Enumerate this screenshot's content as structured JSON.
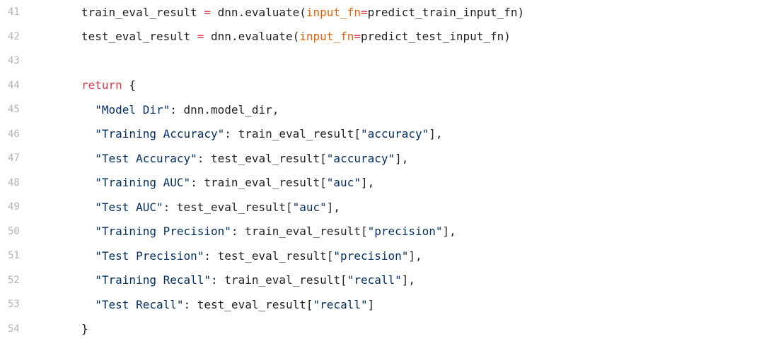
{
  "code": {
    "lines": [
      {
        "number": "41",
        "tokens": [
          {
            "t": "train_eval_result ",
            "c": "plain"
          },
          {
            "t": "=",
            "c": "op"
          },
          {
            "t": " dnn.evaluate(",
            "c": "plain"
          },
          {
            "t": "input_fn",
            "c": "param"
          },
          {
            "t": "=",
            "c": "op"
          },
          {
            "t": "predict_train_input_fn)",
            "c": "plain"
          }
        ]
      },
      {
        "number": "42",
        "tokens": [
          {
            "t": "test_eval_result ",
            "c": "plain"
          },
          {
            "t": "=",
            "c": "op"
          },
          {
            "t": " dnn.evaluate(",
            "c": "plain"
          },
          {
            "t": "input_fn",
            "c": "param"
          },
          {
            "t": "=",
            "c": "op"
          },
          {
            "t": "predict_test_input_fn)",
            "c": "plain"
          }
        ]
      },
      {
        "number": "43",
        "tokens": []
      },
      {
        "number": "44",
        "tokens": [
          {
            "t": "return",
            "c": "kw"
          },
          {
            "t": " {",
            "c": "plain"
          }
        ]
      },
      {
        "number": "45",
        "tokens": [
          {
            "t": "  ",
            "c": "plain"
          },
          {
            "t": "\"Model Dir\"",
            "c": "str"
          },
          {
            "t": ": dnn.model_dir,",
            "c": "plain"
          }
        ]
      },
      {
        "number": "46",
        "tokens": [
          {
            "t": "  ",
            "c": "plain"
          },
          {
            "t": "\"Training Accuracy\"",
            "c": "str"
          },
          {
            "t": ": train_eval_result[",
            "c": "plain"
          },
          {
            "t": "\"accuracy\"",
            "c": "str"
          },
          {
            "t": "],",
            "c": "plain"
          }
        ]
      },
      {
        "number": "47",
        "tokens": [
          {
            "t": "  ",
            "c": "plain"
          },
          {
            "t": "\"Test Accuracy\"",
            "c": "str"
          },
          {
            "t": ": test_eval_result[",
            "c": "plain"
          },
          {
            "t": "\"accuracy\"",
            "c": "str"
          },
          {
            "t": "],",
            "c": "plain"
          }
        ]
      },
      {
        "number": "48",
        "tokens": [
          {
            "t": "  ",
            "c": "plain"
          },
          {
            "t": "\"Training AUC\"",
            "c": "str"
          },
          {
            "t": ": train_eval_result[",
            "c": "plain"
          },
          {
            "t": "\"auc\"",
            "c": "str"
          },
          {
            "t": "],",
            "c": "plain"
          }
        ]
      },
      {
        "number": "49",
        "tokens": [
          {
            "t": "  ",
            "c": "plain"
          },
          {
            "t": "\"Test AUC\"",
            "c": "str"
          },
          {
            "t": ": test_eval_result[",
            "c": "plain"
          },
          {
            "t": "\"auc\"",
            "c": "str"
          },
          {
            "t": "],",
            "c": "plain"
          }
        ]
      },
      {
        "number": "50",
        "tokens": [
          {
            "t": "  ",
            "c": "plain"
          },
          {
            "t": "\"Training Precision\"",
            "c": "str"
          },
          {
            "t": ": train_eval_result[",
            "c": "plain"
          },
          {
            "t": "\"precision\"",
            "c": "str"
          },
          {
            "t": "],",
            "c": "plain"
          }
        ]
      },
      {
        "number": "51",
        "tokens": [
          {
            "t": "  ",
            "c": "plain"
          },
          {
            "t": "\"Test Precision\"",
            "c": "str"
          },
          {
            "t": ": test_eval_result[",
            "c": "plain"
          },
          {
            "t": "\"precision\"",
            "c": "str"
          },
          {
            "t": "],",
            "c": "plain"
          }
        ]
      },
      {
        "number": "52",
        "tokens": [
          {
            "t": "  ",
            "c": "plain"
          },
          {
            "t": "\"Training Recall\"",
            "c": "str"
          },
          {
            "t": ": train_eval_result[",
            "c": "plain"
          },
          {
            "t": "\"recall\"",
            "c": "str"
          },
          {
            "t": "],",
            "c": "plain"
          }
        ]
      },
      {
        "number": "53",
        "tokens": [
          {
            "t": "  ",
            "c": "plain"
          },
          {
            "t": "\"Test Recall\"",
            "c": "str"
          },
          {
            "t": ": test_eval_result[",
            "c": "plain"
          },
          {
            "t": "\"recall\"",
            "c": "str"
          },
          {
            "t": "]",
            "c": "plain"
          }
        ]
      },
      {
        "number": "54",
        "tokens": [
          {
            "t": "}",
            "c": "plain"
          }
        ]
      }
    ]
  },
  "colors": {
    "keyword": "#d73a49",
    "string": "#032f62",
    "parameter": "#e36209",
    "operator": "#d73a49",
    "text": "#222222",
    "line_number": "#b4b4b4",
    "background": "#ffffff"
  }
}
